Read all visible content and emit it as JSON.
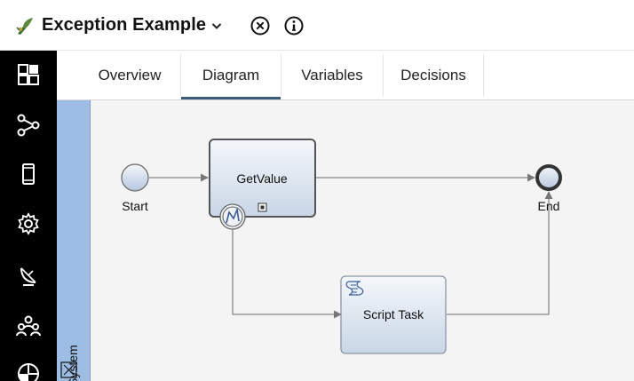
{
  "header": {
    "title": "Exception Example"
  },
  "tabs": [
    {
      "label": "Overview",
      "active": false
    },
    {
      "label": "Diagram",
      "active": true
    },
    {
      "label": "Variables",
      "active": false
    },
    {
      "label": "Decisions",
      "active": false
    }
  ],
  "sidebar": {
    "items": [
      {
        "icon": "dashboard-icon"
      },
      {
        "icon": "process-flow-icon"
      },
      {
        "icon": "mobile-icon"
      },
      {
        "icon": "gear-icon"
      },
      {
        "icon": "satellite-dish-icon"
      },
      {
        "icon": "team-icon"
      },
      {
        "icon": "pie-chart-icon"
      }
    ]
  },
  "diagram": {
    "lane_label": "System",
    "nodes": {
      "start": "Start",
      "getvalue": "GetValue",
      "end": "End",
      "script": "Script Task"
    }
  },
  "colors": {
    "sidebar": "#000000",
    "lane": "#9dbde4",
    "active_tab": "#3a5a78",
    "canvas": "#f4f4f4"
  }
}
